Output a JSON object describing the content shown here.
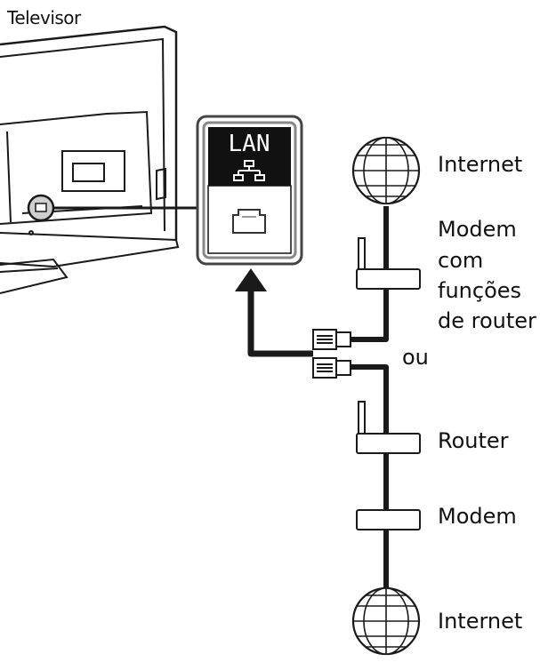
{
  "labels": {
    "tv": "Televisor",
    "port_lan": "LAN",
    "internet_top": "Internet",
    "modem_router_1": "Modem",
    "modem_router_2": "com",
    "modem_router_3": "funções",
    "modem_router_4": "de router",
    "or": "ou",
    "router": "Router",
    "modem": "Modem",
    "internet_bottom": "Internet"
  },
  "icons": [
    "network-icon",
    "ethernet-port-icon",
    "globe-icon",
    "rj45-plug-icon",
    "arrow-up-icon"
  ],
  "colors": {
    "line": "#1a1a1a",
    "panel_fill": "#ffffff",
    "port_header": "#111111"
  }
}
